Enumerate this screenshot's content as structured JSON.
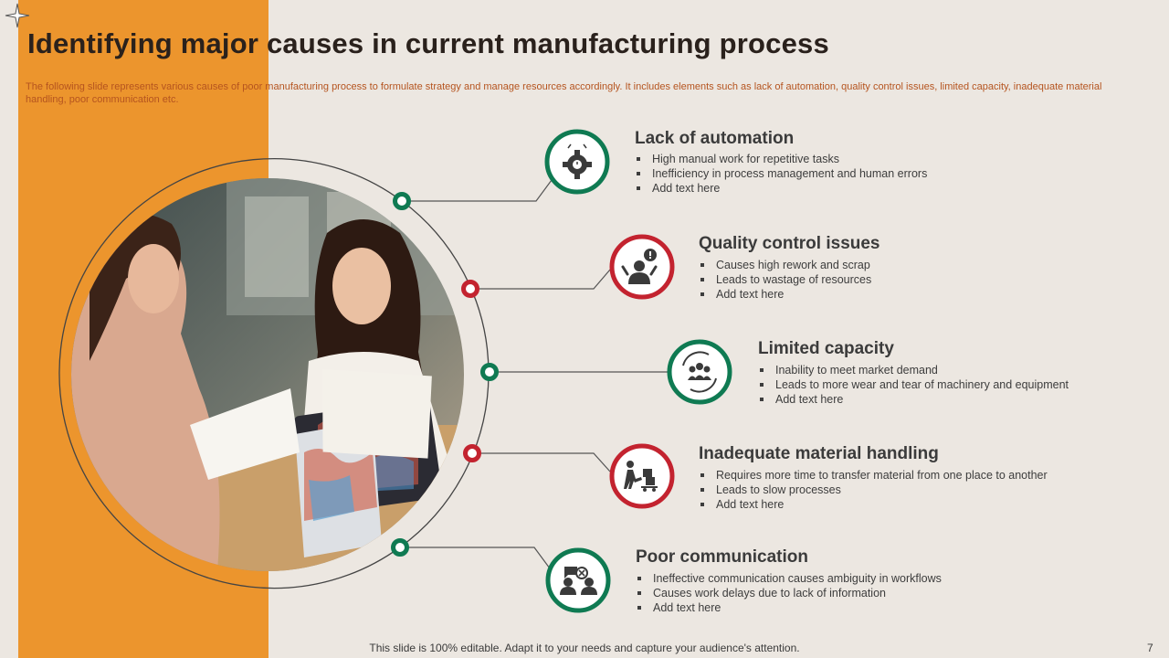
{
  "title": "Identifying major causes in current manufacturing process",
  "subtitle": "The following slide represents various causes of poor manufacturing process to formulate strategy and manage resources accordingly. It includes elements such as lack of automation, quality control issues, limited capacity, inadequate material handling, poor communication etc.",
  "colors": {
    "orange": "#ec952d",
    "green": "#0f7a52",
    "red": "#c3232f",
    "background": "#ece7e1"
  },
  "items": [
    {
      "title": "Lack of automation",
      "icon": "gear-clock-icon",
      "color": "green",
      "bullets": [
        "High manual work for repetitive tasks",
        "Inefficiency in process management and human errors",
        "Add text here"
      ]
    },
    {
      "title": "Quality control issues",
      "icon": "person-alert-icon",
      "color": "red",
      "bullets": [
        "Causes high rework and scrap",
        "Leads to wastage of resources",
        "Add text here"
      ]
    },
    {
      "title": "Limited capacity",
      "icon": "team-cycle-icon",
      "color": "green",
      "bullets": [
        "Inability to meet market demand",
        "Leads to more wear and tear of machinery and equipment",
        "Add text here"
      ]
    },
    {
      "title": "Inadequate material handling",
      "icon": "worker-trolley-icon",
      "color": "red",
      "bullets": [
        "Requires more time to transfer material from one place to another",
        "Leads to slow processes",
        "Add text here"
      ]
    },
    {
      "title": "Poor communication",
      "icon": "chat-blocked-icon",
      "color": "green",
      "bullets": [
        "Ineffective communication causes ambiguity in workflows",
        "Causes work delays due to lack of information",
        "Add text here"
      ]
    }
  ],
  "footer": "This slide is 100% editable. Adapt it to your needs and capture your audience's attention.",
  "page_number": "7"
}
